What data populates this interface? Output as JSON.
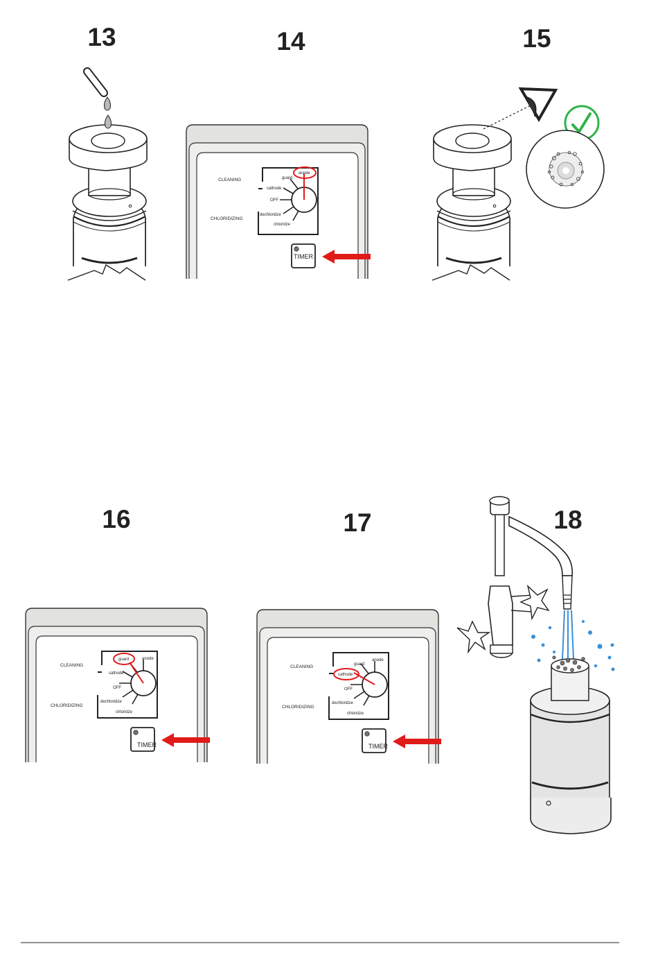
{
  "steps": [
    "13",
    "14",
    "15",
    "16",
    "17",
    "18"
  ],
  "panel": {
    "cleaning": "CLEANING",
    "chloridizing": "CHLORIDIZING",
    "anode": "anode",
    "guard": "guard",
    "cathode": "cathode",
    "off": "OFF",
    "dechloridize": "dechloridze",
    "chloridize": "chloridze",
    "timer": "TIMER"
  },
  "colors": {
    "highlight": "#e11a1a",
    "check": "#2fb34a",
    "ink": "#222222"
  },
  "icons": [
    "dropper-icon",
    "eye-icon",
    "checkmark-icon",
    "red-arrow-icon",
    "faucet-icon"
  ]
}
